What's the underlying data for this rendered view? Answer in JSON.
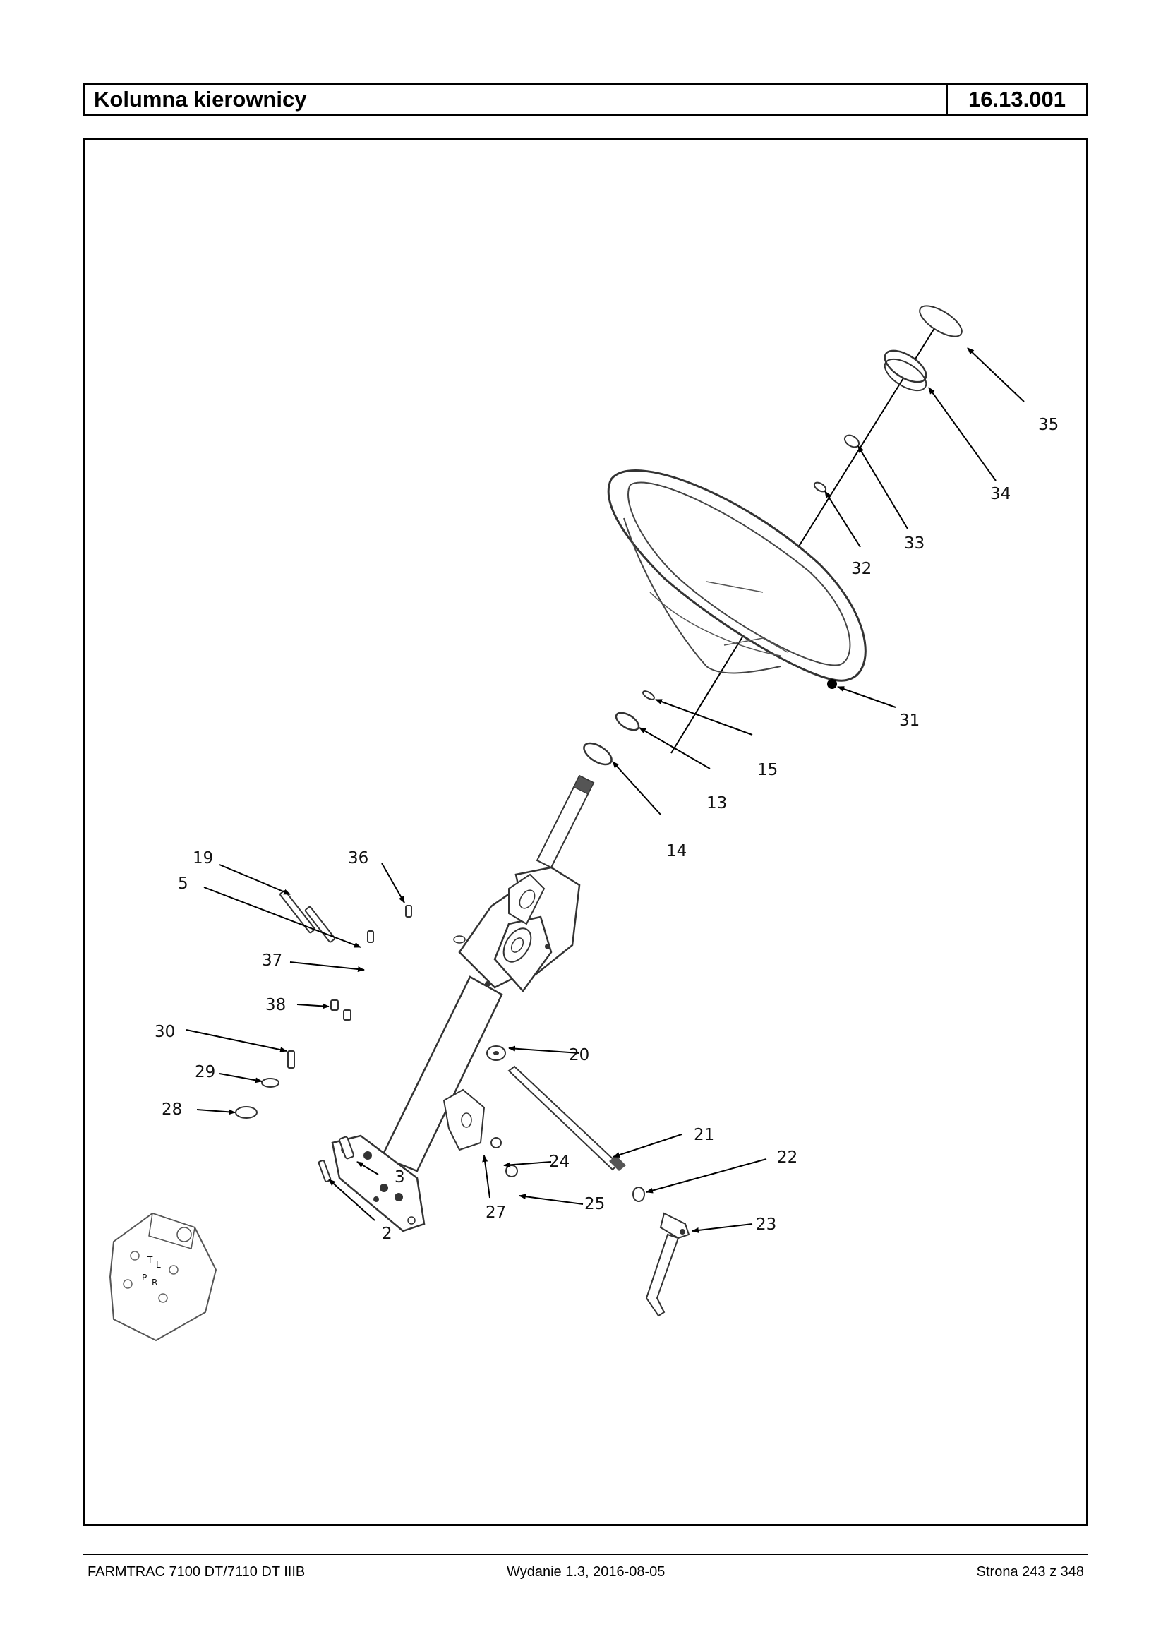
{
  "header": {
    "title": "Kolumna kierownicy",
    "code": "16.13.001"
  },
  "diagram": {
    "callouts": [
      "35",
      "34",
      "33",
      "32",
      "31",
      "15",
      "13",
      "14",
      "19",
      "36",
      "5",
      "37",
      "38",
      "30",
      "29",
      "28",
      "20",
      "21",
      "22",
      "23",
      "24",
      "25",
      "27",
      "3",
      "2"
    ],
    "orbitrol_markings": [
      "T",
      "L",
      "P",
      "R"
    ]
  },
  "footer": {
    "model": "FARMTRAC 7100 DT/7110 DT IIIB",
    "edition": "Wydanie 1.3,  2016-08-05",
    "page": "Strona 243 z 348"
  }
}
